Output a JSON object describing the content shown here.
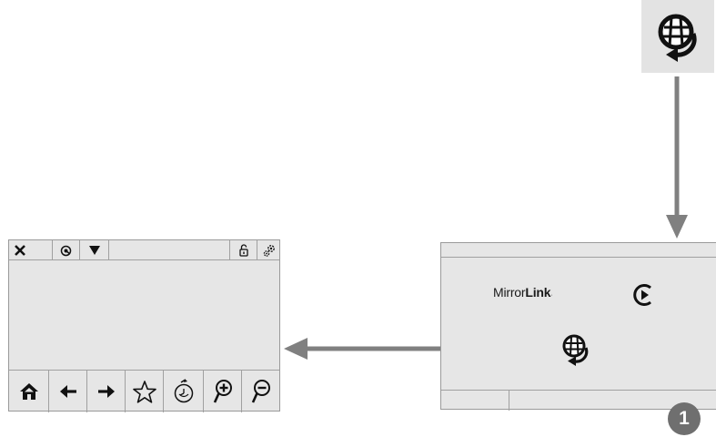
{
  "icons": {
    "browser_app": "globe-with-return-arrow-icon",
    "close": "close-icon",
    "connection": "connection-icon",
    "dropdown": "dropdown-triangle-icon",
    "lock": "lock-icon",
    "settings": "settings-gears-icon",
    "home": "home-icon",
    "back": "back-arrow-icon",
    "forward": "forward-arrow-icon",
    "favorite": "star-icon",
    "history": "history-clock-icon",
    "zoom_in": "zoom-in-icon",
    "zoom_out": "zoom-out-icon",
    "media_play": "play-icon"
  },
  "home_screen": {
    "logo": {
      "part1": "Mirror",
      "part2": "Link",
      "tm": "·"
    }
  },
  "step_badge": "1",
  "colors": {
    "screen_bg": "#e6e6e6",
    "arrow": "#808080",
    "badge": "#6f6f6f"
  }
}
